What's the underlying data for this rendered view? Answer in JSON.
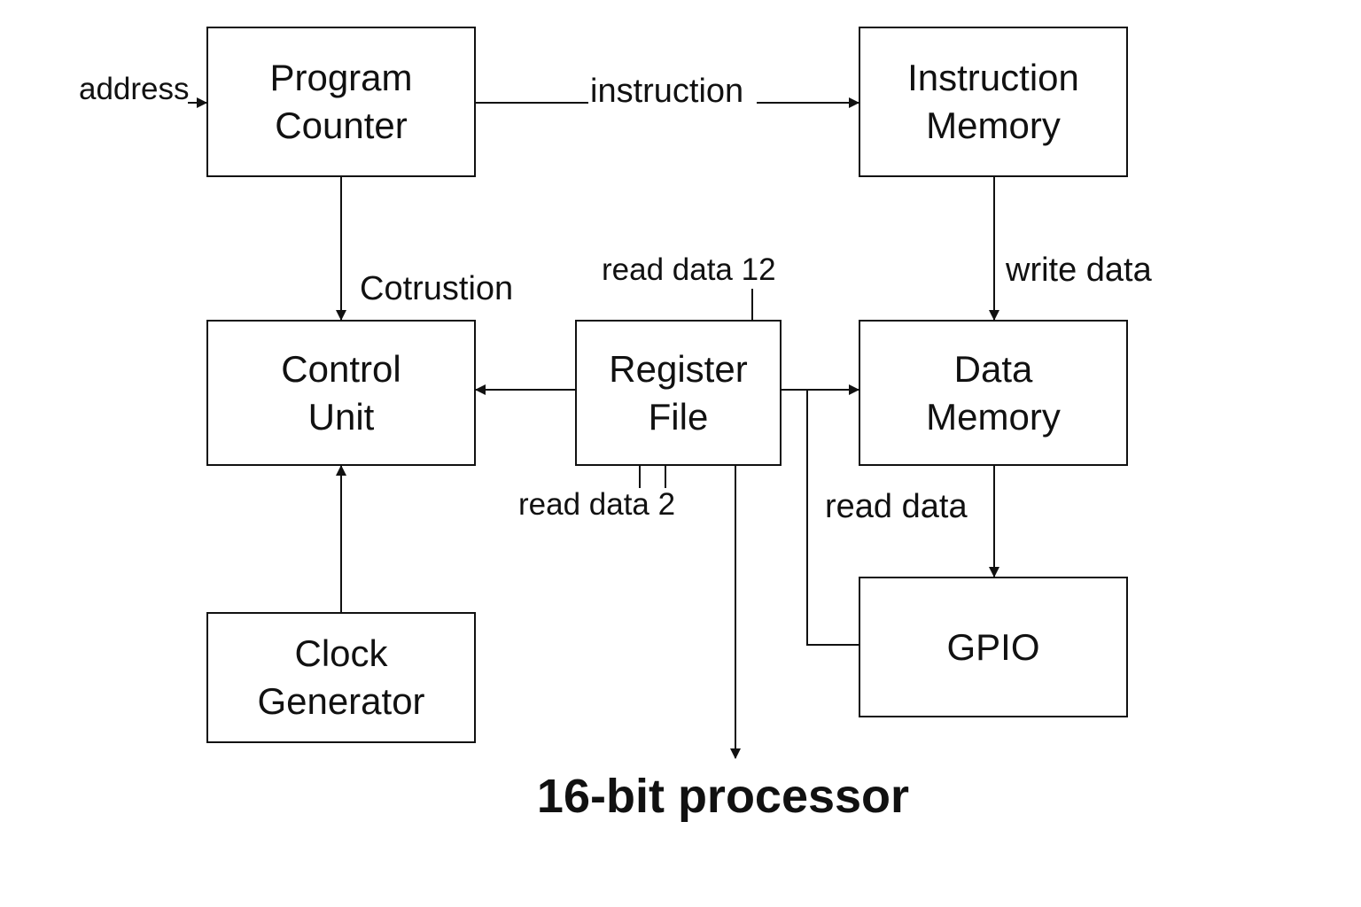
{
  "blocks": {
    "program_counter": {
      "line1": "Program",
      "line2": "Counter"
    },
    "instruction_memory": {
      "line1": "Instruction",
      "line2": "Memory"
    },
    "control_unit": {
      "line1": "Control",
      "line2": "Unit"
    },
    "register_file": {
      "line1": "Register",
      "line2": "File"
    },
    "data_memory": {
      "line1": "Data",
      "line2": "Memory"
    },
    "gpio": {
      "line1": "GPIO"
    },
    "clock_generator": {
      "line1": "Clock",
      "line2": "Generator"
    }
  },
  "signals": {
    "address": "address",
    "instruction": "instruction",
    "cotrustion": "Cotrustion",
    "read_data_12": "read data 12",
    "write_data": "write data",
    "read_data_2": "read data 2",
    "read_data": "read data"
  },
  "title": "16-bit processor",
  "colors": {
    "stroke": "#111111",
    "background": "#ffffff"
  }
}
